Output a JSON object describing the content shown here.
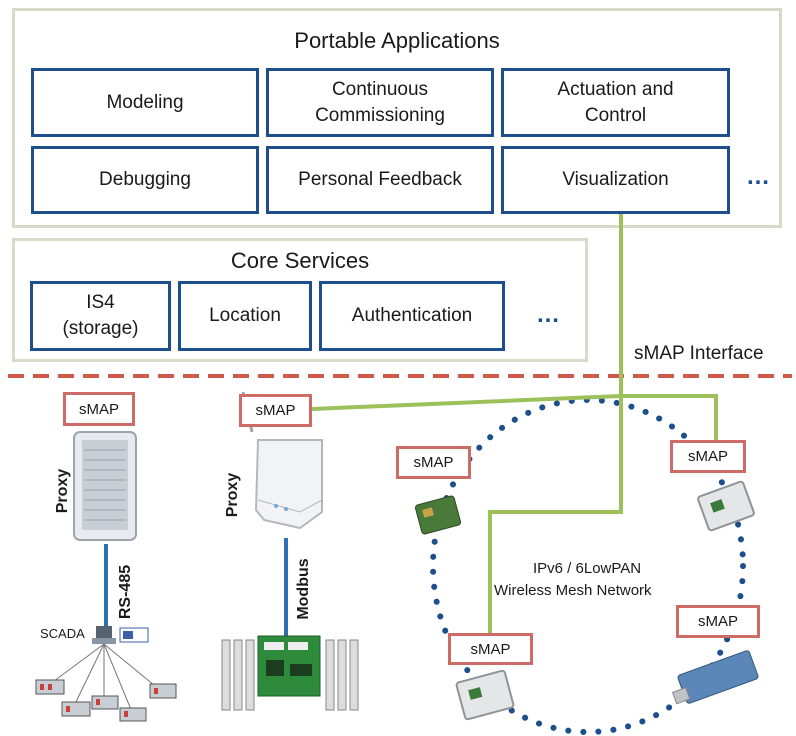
{
  "portable_applications": {
    "title": "Portable Applications",
    "boxes": [
      "Modeling",
      "Continuous\nCommissioning",
      "Actuation and\nControl",
      "Debugging",
      "Personal Feedback",
      "Visualization"
    ],
    "more": "…"
  },
  "core_services": {
    "title": "Core Services",
    "boxes": [
      "IS4\n(storage)",
      "Location",
      "Authentication"
    ],
    "more": "…"
  },
  "interface_label": "sMAP Interface",
  "smap_label": "sMAP",
  "proxy_label": "Proxy",
  "rs485_label": "RS-485",
  "modbus_label": "Modbus",
  "scada_label": "SCADA",
  "network_label_line1": "IPv6 / 6LowPAN",
  "network_label_line2": "Wireless Mesh Network",
  "colors": {
    "app_border": "#1d4f8c",
    "panel_border": "#d9d9c8",
    "smap_border": "#cf6b66",
    "interface_line": "#cf5a4a",
    "green_link": "#9cc05a",
    "blue_link": "#2f6fb5",
    "mesh_dots": "#1d4f8c"
  }
}
